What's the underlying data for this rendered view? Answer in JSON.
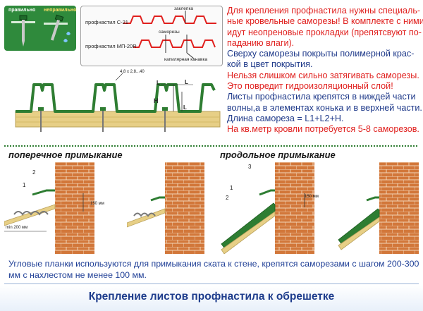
{
  "top_left_box": {
    "label_correct": "правильно",
    "label_wrong": "неправильно"
  },
  "profile_box": {
    "label_c21": "профнастил С-21",
    "label_zaklepka": "заклепка",
    "label_mp20r": "профнастил МП-20R",
    "label_samorezy": "саморезы",
    "label_kanavka": "капилярная канавка"
  },
  "main_drawing": {
    "dim_label": "4,8 x 2,8...40",
    "label_L": "L",
    "label_L1": "L",
    "label_L2": "L",
    "label_H": "H"
  },
  "instructions": [
    {
      "text": "Для крепления профнастила нужны специаль-",
      "color": "#e0201e"
    },
    {
      "text": "ные кровельные саморезы! В комплекте с ними",
      "color": "#e0201e"
    },
    {
      "text": "идут неопреновые прокладки (препятсвуют по-",
      "color": "#e0201e"
    },
    {
      "text": "паданию влаги).",
      "color": "#e0201e"
    },
    {
      "text": "Сверху саморезы покрыты полимерной крас-",
      "color": "#1f3a8a"
    },
    {
      "text": "кой в цвет покрытия.",
      "color": "#1f3a8a"
    },
    {
      "text": "Нельзя слишком сильно затягивать саморезы.",
      "color": "#e0201e"
    },
    {
      "text": "Это повредит гидроизоляционный слой!",
      "color": "#e0201e"
    },
    {
      "text": "Листы профнастила крепятся в ниждей части",
      "color": "#1f3a8a"
    },
    {
      "text": "волны,а в элементах конька и в верхней части.",
      "color": "#1f3a8a"
    },
    {
      "text": "Длина самореза = L1+L2+H.",
      "color": "#1f3a8a"
    },
    {
      "text": "На кв.метр кровли потребуется 5-8 саморезов.",
      "color": "#e0201e"
    }
  ],
  "sections": {
    "left_title": "поперечное примыкание",
    "right_title": "продольное примыкание"
  },
  "detail_labels": {
    "n1": "1",
    "n2": "2",
    "n3": "3",
    "mm150": "150 мм",
    "mm200": "min 200 мм"
  },
  "bottom_text": "Угловые планки используются для примыкания ската к стене, крепятся саморезами с шагом 200-300 мм с нахлестом не менее 100 мм.",
  "footer": {
    "title": "Крепление листов профнастила к обрешетке"
  },
  "colors": {
    "green": "#2e7d32",
    "brick": "#d2773a",
    "wood": "#e7cf86",
    "red": "#e0201e",
    "blue": "#1f3a8a"
  }
}
